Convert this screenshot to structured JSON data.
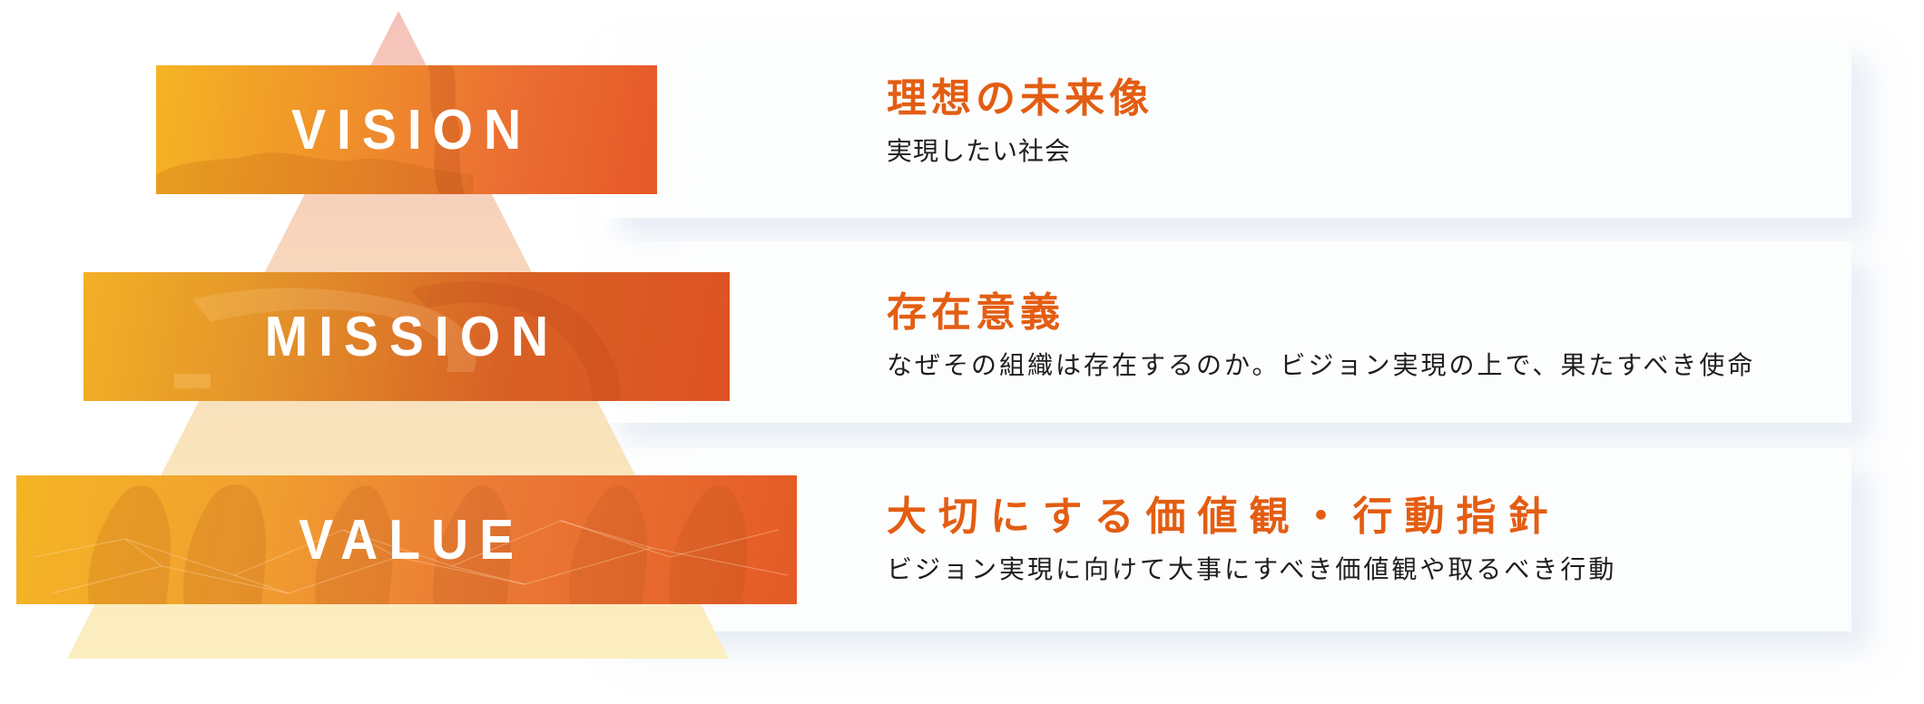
{
  "colors": {
    "accent_title": "#e35d12",
    "subtitle_text": "#1e1e1e",
    "triangle_top": "#f5c2bb",
    "triangle_mid": "#f8dfbb",
    "triangle_base": "#fcefc0",
    "box_gradient_start": "#f5b423",
    "box_gradient_end": "#e45a25",
    "card_bg": "#fcfdfd"
  },
  "pyramid": {
    "levels": [
      {
        "label": "VISION",
        "title": "理想の未来像",
        "description": "実現したい社会"
      },
      {
        "label": "MISSION",
        "title": "存在意義",
        "description": "なぜその組織は存在するのか。ビジョン実現の上で、果たすべき使命"
      },
      {
        "label": "VALUE",
        "title": "大切にする価値観・行動指針",
        "description": "ビジョン実現に向けて大事にすべき価値観や取るべき行動"
      }
    ]
  }
}
